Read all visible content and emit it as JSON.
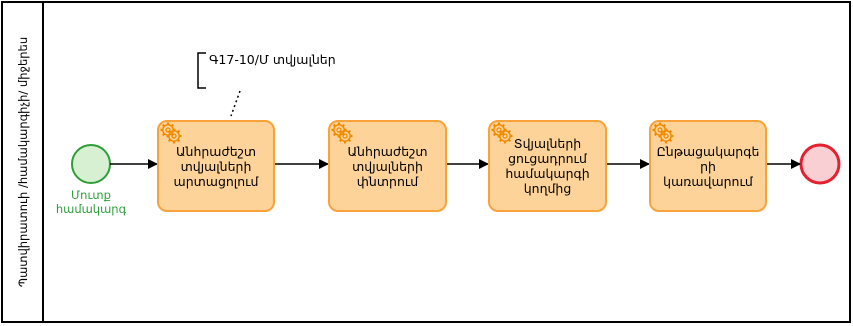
{
  "lane": {
    "label": "Պատվիրատուի /համակարգիչի/ միջերես"
  },
  "annotation": {
    "text": "Գ17-10/Մ տվյալներ"
  },
  "start_event": {
    "label_line1": "Մուտք",
    "label_line2": "համակարգ"
  },
  "tasks": [
    {
      "label": "Անհրաժեշտ տվյալների արտացոլում"
    },
    {
      "label": "Անհրաժեշտ տվյալների փնտրում"
    },
    {
      "label": "Տվյալների ցուցադրում համակարգի կողմից"
    },
    {
      "label": "Ընթացակարգե րի կառավարում"
    }
  ],
  "colors": {
    "task_fill": "#fdd39a",
    "task_stroke": "#f7a33a",
    "gear": "#f08a00",
    "start_fill": "#d7f0d2",
    "start_stroke": "#2e9e3b",
    "end_fill": "#f9cfd3",
    "end_stroke": "#e3212f"
  },
  "icons": {
    "task": "gear-icon"
  }
}
